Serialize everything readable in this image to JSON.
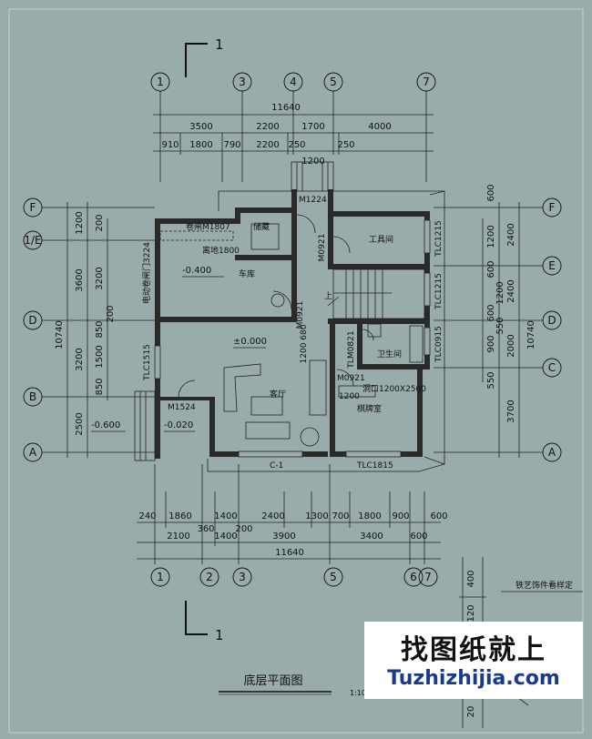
{
  "drawing": {
    "title": "底层平面图",
    "scale": "1:10",
    "section_marker": "1",
    "axes_top": [
      "1",
      "3",
      "4",
      "5",
      "7"
    ],
    "axes_bottom": [
      "1",
      "2",
      "3",
      "5",
      "6",
      "7"
    ],
    "axes_left": [
      "F",
      "1/E",
      "D",
      "B",
      "A"
    ],
    "axes_right": [
      "F",
      "E",
      "D",
      "C",
      "A"
    ],
    "dims_top": {
      "total": "11640",
      "row1": [
        "3500",
        "2200",
        "1700",
        "4000"
      ],
      "row2": [
        "910",
        "1800",
        "790",
        "2200",
        "250",
        "250"
      ],
      "entry": "1200"
    },
    "dims_bottom": {
      "row1": [
        "240",
        "1860",
        "1400",
        "2400",
        "1300",
        "700",
        "1800",
        "900",
        "600"
      ],
      "row2": [
        "2100",
        "360",
        "1400",
        "200",
        "3900",
        "3400",
        "600"
      ],
      "total": "11640"
    },
    "dims_left": {
      "outer": [
        "1200",
        "3600",
        "10740",
        "3200",
        "2500"
      ],
      "inner": [
        "200",
        "3200",
        "850",
        "200",
        "1500",
        "850"
      ]
    },
    "dims_right": {
      "outer": [
        "600",
        "1200",
        "2400",
        "600",
        "2400",
        "1200",
        "10740",
        "600",
        "550",
        "2000",
        "900",
        "550",
        "3700"
      ]
    },
    "rooms": {
      "garage": "车库",
      "storage": "储藏",
      "tool_room": "工具间",
      "bathroom": "卫生间",
      "living": "客厅",
      "chess_room": "棋牌室",
      "up": "上"
    },
    "labels": {
      "garage_door": "卷闸M1807",
      "sill": "离地1800",
      "garage_side": "电动卷闸门3224",
      "lvl_garage": "-0.400",
      "lvl_living": "±0.000",
      "lvl_entry": "-0.020",
      "lvl_outside": "-0.600",
      "door_m1224": "M1224",
      "door_m0921a": "M0921",
      "door_m0921b": "M0921",
      "door_m0921c": "M0921",
      "door_m1524": "M1524",
      "door_tlm": "TLM0821",
      "opening": "洞口1200X2500",
      "opening_w": "1200",
      "win_tlc1215a": "TLC1215",
      "win_tlc1215b": "TLC1215",
      "win_tlc0915": "TLC0915",
      "win_tlc1515": "TLC1515",
      "win_c1": "C-1",
      "win_tlc1815": "TLC1815",
      "dim_1200_680": "1200 680",
      "side_note": "铁艺饰件看样定",
      "side_dims": [
        "400",
        "120",
        "20"
      ]
    }
  },
  "watermark": {
    "cn": "找图纸就上",
    "en": "Tuzhizhijia.com"
  }
}
